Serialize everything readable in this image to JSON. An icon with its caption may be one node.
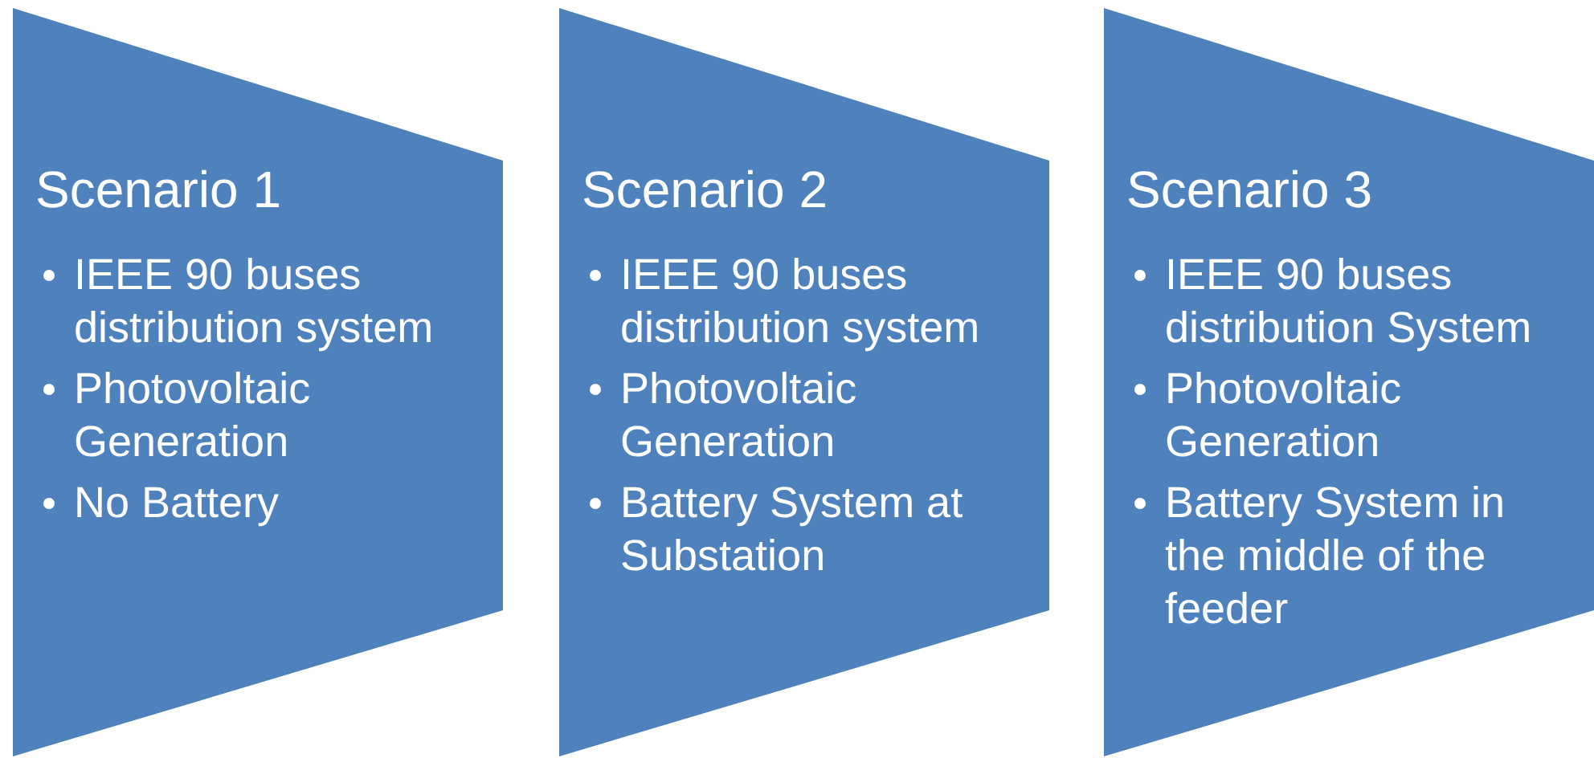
{
  "diagram": {
    "nodes": [
      {
        "text": [
          "Scenario 1",
          "IEEE 90 buses distribution system",
          "Photovoltaic Generation",
          "No Battery"
        ]
      },
      {
        "text": [
          "Scenario 2",
          "IEEE 90 buses distribution system",
          "Photovoltaic Generation",
          "Battery System at Substation"
        ]
      },
      {
        "text": [
          "Scenario 3",
          "IEEE 90 buses distribution System",
          "Photovoltaic Generation",
          "Battery System in the middle of the feeder"
        ]
      }
    ]
  }
}
